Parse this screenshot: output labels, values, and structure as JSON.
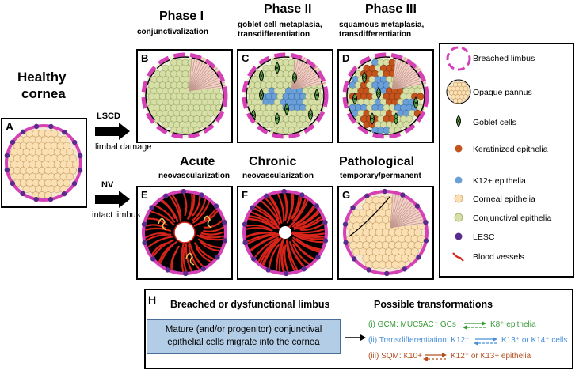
{
  "left": {
    "title_line1": "Healthy",
    "title_line2": "cornea",
    "label_A": "A",
    "arrow1_label": "LSCD",
    "arrow1_caption": "limbal damage",
    "arrow2_label": "NV",
    "arrow2_caption": "intact limbus"
  },
  "top_row": {
    "phase1": {
      "title": "Phase I",
      "subtitle": "conjunctivalization",
      "label": "B"
    },
    "phase2": {
      "title": "Phase II",
      "subtitle_line1": "goblet cell metaplasia,",
      "subtitle_line2": "transdifferentiation",
      "label": "C"
    },
    "phase3": {
      "title": "Phase III",
      "subtitle_line1": "squamous metaplasia,",
      "subtitle_line2": "transdifferentiation",
      "label": "D"
    }
  },
  "bottom_row": {
    "acute": {
      "title": "Acute",
      "subtitle": "neovascularization",
      "label": "E"
    },
    "chronic": {
      "title": "Chronic",
      "subtitle": "neovascularization",
      "label": "F"
    },
    "pathological": {
      "title": "Pathological",
      "subtitle": "temporary/permanent",
      "label": "G"
    }
  },
  "legend": {
    "items": [
      {
        "label": "Breached limbus",
        "icon": "breached-limbus-ring"
      },
      {
        "label": "Opaque pannus",
        "icon": "pannus-disc"
      },
      {
        "label": "Goblet cells",
        "icon": "goblet-cell-icon"
      },
      {
        "label": "Keratinized epithelia",
        "icon": "keratinized-dot",
        "color": "#c4531c"
      },
      {
        "label": "K12+ epithelia",
        "icon": "k12-dot",
        "color": "#6a9fd8"
      },
      {
        "label": "Corneal epithelia",
        "icon": "corneal-dot",
        "color": "#fbe0b4"
      },
      {
        "label": "Conjunctival epithelia",
        "icon": "conjunctival-dot",
        "color": "#d7dfa6"
      },
      {
        "label": "LESC",
        "icon": "lesc-dot",
        "color": "#5a2b8c"
      },
      {
        "label": "Blood vessels",
        "icon": "vessel-icon",
        "color": "#d6241a"
      }
    ]
  },
  "panel_H": {
    "label": "H",
    "heading_left": "Breached or dysfunctional limbus",
    "heading_right": "Possible transformations",
    "box_line1": "Mature (and/or progenitor) conjunctival",
    "box_line2": "epithelial cells migrate into the cornea",
    "t1_left": "(i) GCM: MUC5AC⁺ GCs",
    "t1_right": "K8⁺ epithelia",
    "t2_left": "(ii) Transdifferentiation: K12⁺",
    "t2_right": "K13⁺ or K14⁺ cells",
    "t3_left": "(iii) SQM: K10+",
    "t3_right": "K12⁺ or K13+ epithelia",
    "colors": {
      "green": "#3a9a3a",
      "blue": "#4a90d9",
      "brown": "#b3501f"
    }
  }
}
